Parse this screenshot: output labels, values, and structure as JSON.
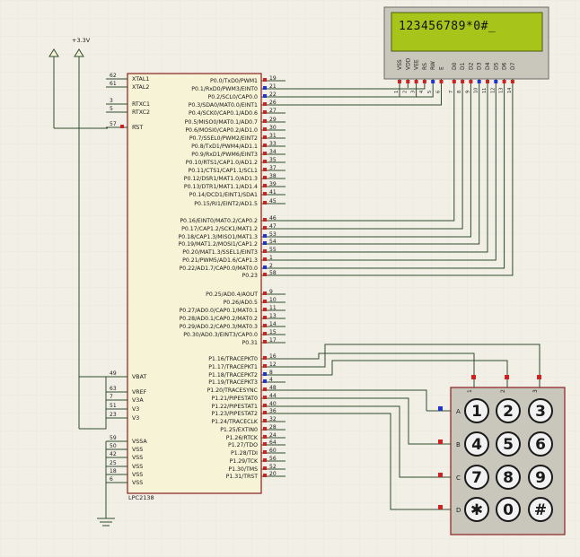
{
  "power": {
    "label": "+3.3V"
  },
  "mcu": {
    "name": "LPC2138",
    "left_pins": [
      {
        "num": "62",
        "name": "XTAL1"
      },
      {
        "num": "61",
        "name": "XTAL2"
      },
      {
        "num": "3",
        "name": "RTXC1"
      },
      {
        "num": "5",
        "name": "RTXC2"
      },
      {
        "num": "57",
        "name": "RST"
      },
      {
        "num": "49",
        "name": "VBAT"
      },
      {
        "num": "63",
        "name": "VREF"
      },
      {
        "num": "7",
        "name": "V3A"
      },
      {
        "num": "51",
        "name": "V3"
      },
      {
        "num": "23",
        "name": "V3"
      },
      {
        "num": "59",
        "name": "VSSA"
      },
      {
        "num": "50",
        "name": "VSS"
      },
      {
        "num": "42",
        "name": "VSS"
      },
      {
        "num": "25",
        "name": "VSS"
      },
      {
        "num": "18",
        "name": "VSS"
      },
      {
        "num": "6",
        "name": "VSS"
      }
    ],
    "right_pins": [
      {
        "num": "19",
        "name": "P0.0/TxD0/PWM1"
      },
      {
        "num": "21",
        "name": "P0.1/RxD0/PWM3/EINT0"
      },
      {
        "num": "22",
        "name": "P0.2/SCL0/CAP0.0"
      },
      {
        "num": "26",
        "name": "P0.3/SDA0/MAT0.0/EINT1"
      },
      {
        "num": "27",
        "name": "P0.4/SCK0/CAP0.1/AD0.6"
      },
      {
        "num": "29",
        "name": "P0.5/MISO0/MAT0.1/AD0.7"
      },
      {
        "num": "30",
        "name": "P0.6/MOSI0/CAP0.2/AD1.0"
      },
      {
        "num": "31",
        "name": "P0.7/SSEL0/PWM2/EINT2"
      },
      {
        "num": "33",
        "name": "P0.8/TxD1/PWM4/AD1.1"
      },
      {
        "num": "34",
        "name": "P0.9/RxD1/PWM6/EINT3"
      },
      {
        "num": "35",
        "name": "P0.10/RTS1/CAP1.0/AD1.2"
      },
      {
        "num": "37",
        "name": "P0.11/CTS1/CAP1.1/SCL1"
      },
      {
        "num": "38",
        "name": "P0.12/DSR1/MAT1.0/AD1.3"
      },
      {
        "num": "39",
        "name": "P0.13/DTR1/MAT1.1/AD1.4"
      },
      {
        "num": "41",
        "name": "P0.14/DCD1/EINT1/SDA1"
      },
      {
        "num": "45",
        "name": "P0.15/RI1/EINT2/AD1.5"
      },
      {
        "num": "46",
        "name": "P0.16/EINT0/MAT0.2/CAP0.2"
      },
      {
        "num": "47",
        "name": "P0.17/CAP1.2/SCK1/MAT1.2"
      },
      {
        "num": "53",
        "name": "P0.18/CAP1.3/MISO1/MAT1.3"
      },
      {
        "num": "54",
        "name": "P0.19/MAT1.2/MOSI1/CAP1.2"
      },
      {
        "num": "55",
        "name": "P0.20/MAT1.3/SSEL1/EINT3"
      },
      {
        "num": "1",
        "name": "P0.21/PWM5/AD1.6/CAP1.3"
      },
      {
        "num": "2",
        "name": "P0.22/AD1.7/CAP0.0/MAT0.0"
      },
      {
        "num": "58",
        "name": "P0.23"
      },
      {
        "num": "9",
        "name": "P0.25/AD0.4/AOUT"
      },
      {
        "num": "10",
        "name": "P0.26/AD0.5"
      },
      {
        "num": "11",
        "name": "P0.27/AD0.0/CAP0.1/MAT0.1"
      },
      {
        "num": "13",
        "name": "P0.28/AD0.1/CAP0.2/MAT0.2"
      },
      {
        "num": "14",
        "name": "P0.29/AD0.2/CAP0.3/MAT0.3"
      },
      {
        "num": "15",
        "name": "P0.30/AD0.3/EINT3/CAP0.0"
      },
      {
        "num": "17",
        "name": "P0.31"
      },
      {
        "num": "16",
        "name": "P1.16/TRACEPKT0"
      },
      {
        "num": "12",
        "name": "P1.17/TRACEPKT1"
      },
      {
        "num": "8",
        "name": "P1.18/TRACEPKT2"
      },
      {
        "num": "4",
        "name": "P1.19/TRACEPKT3"
      },
      {
        "num": "48",
        "name": "P1.20/TRACESYNC"
      },
      {
        "num": "44",
        "name": "P1.21/PIPESTAT0"
      },
      {
        "num": "40",
        "name": "P1.22/PIPESTAT1"
      },
      {
        "num": "36",
        "name": "P1.23/PIPESTAT2"
      },
      {
        "num": "32",
        "name": "P1.24/TRACECLK"
      },
      {
        "num": "28",
        "name": "P1.25/EXTIN0"
      },
      {
        "num": "24",
        "name": "P1.26/RTCK"
      },
      {
        "num": "64",
        "name": "P1.27/TDO"
      },
      {
        "num": "60",
        "name": "P1.28/TDI"
      },
      {
        "num": "56",
        "name": "P1.29/TCK"
      },
      {
        "num": "52",
        "name": "P1.30/TMS"
      },
      {
        "num": "20",
        "name": "P1.31/TRST"
      }
    ]
  },
  "lcd": {
    "display_text": "123456789*0#_",
    "pins": [
      "VSS",
      "VDD",
      "VEE",
      "RS",
      "RW",
      "E",
      "D0",
      "D1",
      "D2",
      "D3",
      "D4",
      "D5",
      "D6",
      "D7"
    ],
    "pin_nums": [
      "1",
      "2",
      "3",
      "4",
      "5",
      "6",
      "7",
      "8",
      "9",
      "10",
      "11",
      "12",
      "13",
      "14"
    ]
  },
  "keypad": {
    "rows": [
      "A",
      "B",
      "C",
      "D"
    ],
    "cols": [
      "1",
      "2",
      "3"
    ],
    "keys": [
      [
        "1",
        "2",
        "3"
      ],
      [
        "4",
        "5",
        "6"
      ],
      [
        "7",
        "8",
        "9"
      ],
      [
        "✱",
        "0",
        "#"
      ]
    ]
  },
  "colors": {
    "wire": "#2e4d2e",
    "outline": "#8a1f1f",
    "chip_fill": "#f7f3d6",
    "lcd_screen": "#a6c41a",
    "pin_low": "#cc2222",
    "pin_high": "#2233cc"
  }
}
